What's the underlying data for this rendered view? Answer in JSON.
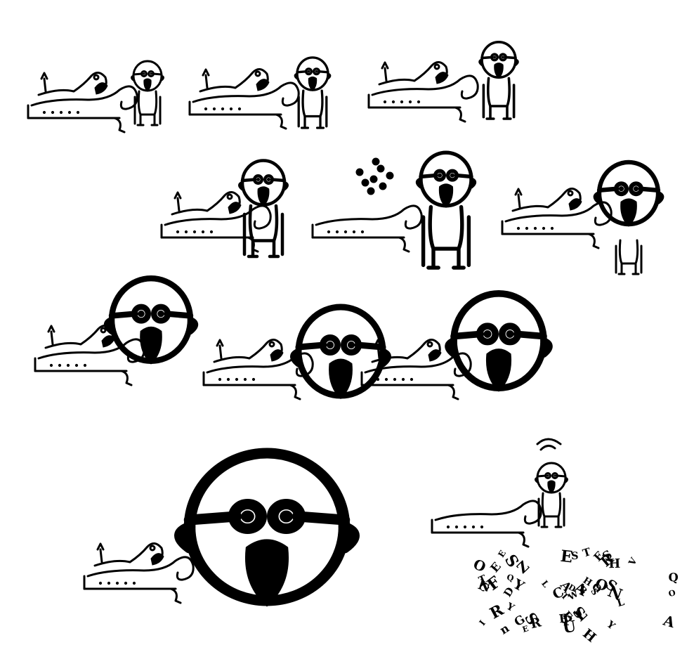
{
  "title": "",
  "ink_color": "#000000",
  "paper_color": "#ffffff",
  "panels": [
    {
      "id": "p1",
      "doctor_scale": 1.0
    },
    {
      "id": "p2",
      "doctor_scale": 1.1
    },
    {
      "id": "p3",
      "doctor_scale": 1.2
    },
    {
      "id": "p4",
      "doctor_scale": 1.5
    },
    {
      "id": "p5",
      "doctor_scale": 1.8
    },
    {
      "id": "p6",
      "doctor_scale": 2.1
    },
    {
      "id": "p7",
      "doctor_scale": 2.8
    },
    {
      "id": "p8",
      "doctor_scale": 3.0
    },
    {
      "id": "p9",
      "doctor_scale": 3.2
    },
    {
      "id": "p10",
      "doctor_scale": 5.0
    },
    {
      "id": "p11",
      "doctor_scale": 1.0
    }
  ],
  "scattered_letters": [
    "W",
    "T",
    "O",
    "S",
    "H",
    "S",
    "F",
    "C",
    "n",
    "H",
    "L",
    "G",
    "O",
    "E",
    "N",
    "Q",
    "R",
    "Z",
    "S",
    "A",
    "T",
    "Y",
    "E",
    "S",
    "P",
    "R",
    "O",
    "Y",
    "E",
    "L",
    "S",
    "T",
    "V",
    "E",
    "D",
    "F",
    "L",
    "I",
    "Q",
    "A",
    "B",
    "N",
    "U",
    "S",
    "H",
    "E",
    "S",
    "A",
    "C",
    "R",
    "D",
    "O",
    "Y",
    "R"
  ]
}
